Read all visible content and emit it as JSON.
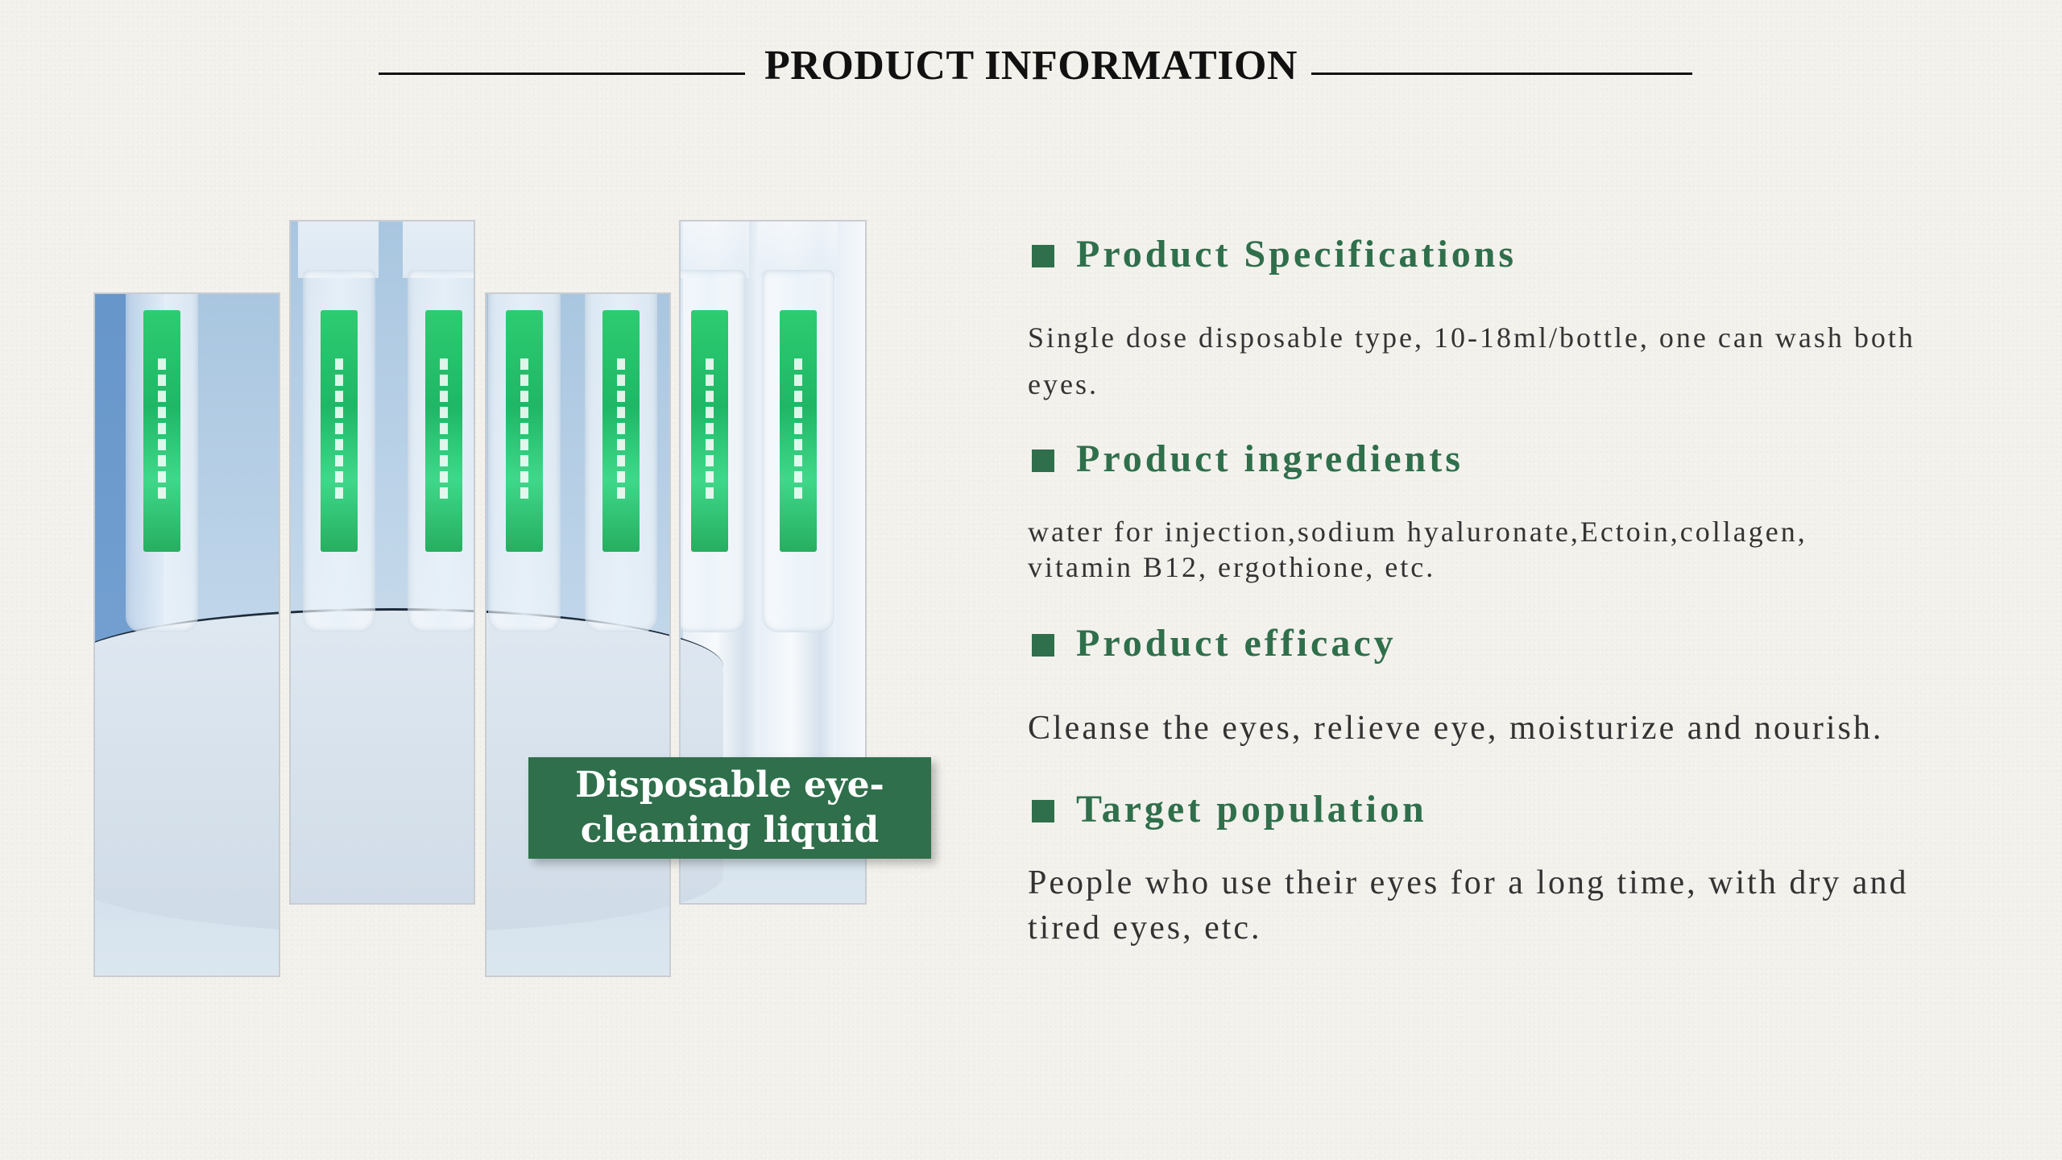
{
  "header": {
    "title": "PRODUCT INFORMATION"
  },
  "badge": {
    "text": "Disposable eye-cleaning liquid"
  },
  "sections": [
    {
      "title": "Product Specifications",
      "body": "Single dose disposable type, 10-18ml/bottle, one can wash both eyes."
    },
    {
      "title": "Product ingredients",
      "body": "water for injection,sodium hyaluronate,Ectoin,collagen, vitamin B12, ergothione, etc."
    },
    {
      "title": "Product efficacy",
      "body": "Cleanse the eyes, relieve eye, moisturize and nourish."
    },
    {
      "title": "Target population",
      "body": "People who use their eyes for a long time, with dry and tired eyes, etc."
    }
  ],
  "colors": {
    "accent": "#2f6f4b",
    "background": "#f3f1ec",
    "text": "#333333"
  },
  "icons": {
    "section_marker": "square-bullet-icon"
  }
}
